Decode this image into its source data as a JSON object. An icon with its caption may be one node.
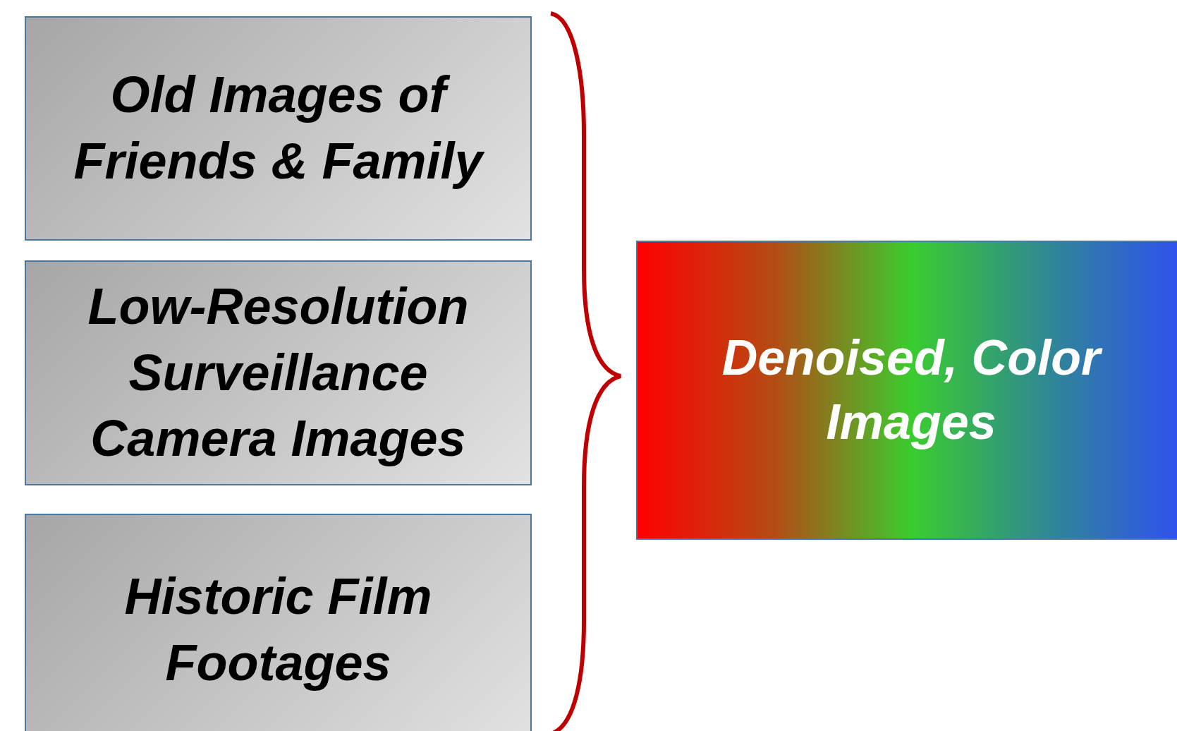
{
  "diagram": {
    "nodes": [
      {
        "text": [
          "Old Images of Friends & Family"
        ]
      },
      {
        "text": [
          "Low-Resolution Surveillance Camera Images"
        ]
      },
      {
        "text": [
          "Historic Film Footages"
        ]
      },
      {
        "text": [
          "Denoised, Color Images"
        ]
      }
    ]
  }
}
